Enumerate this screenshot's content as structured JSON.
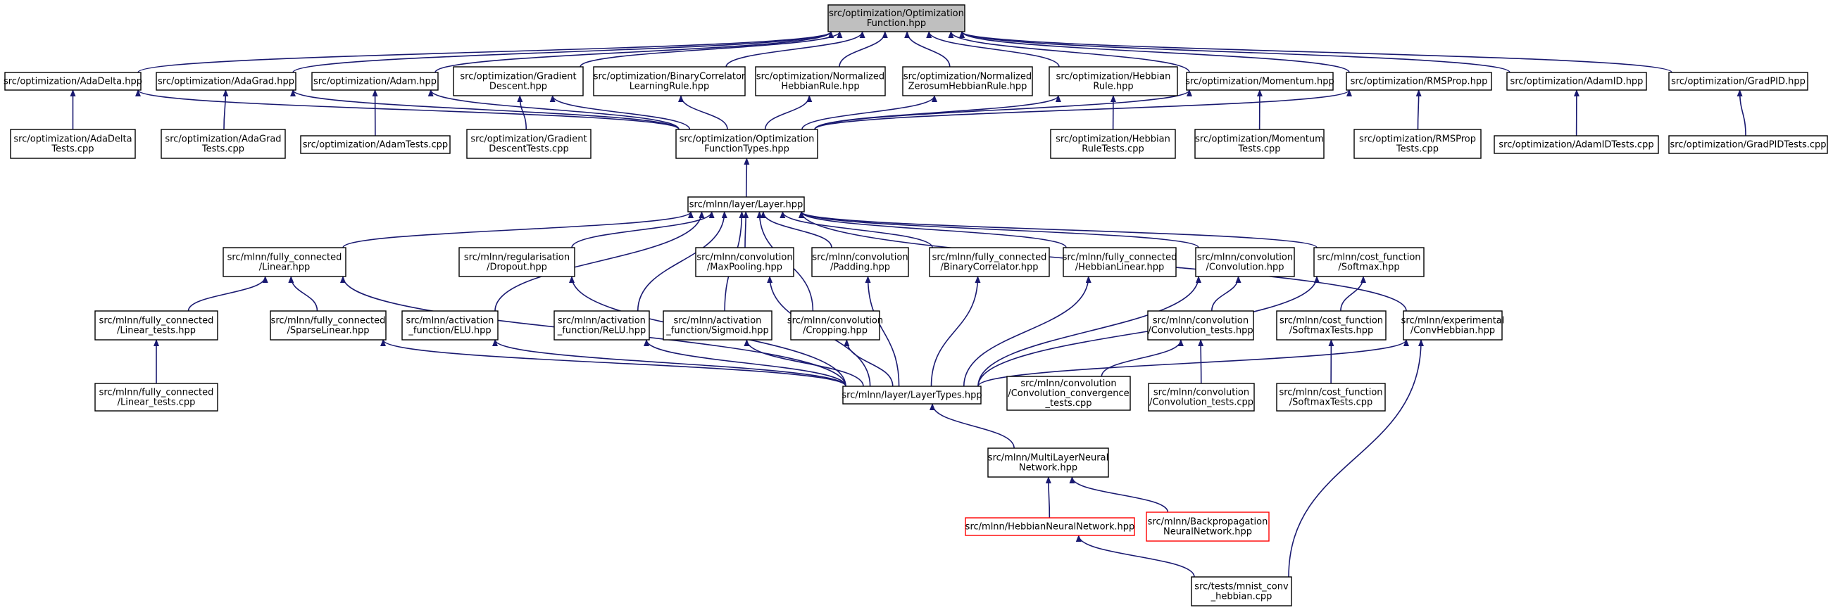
{
  "diagram": {
    "nodes": [
      {
        "id": "root",
        "lines": [
          "src/optimization/Optimization",
          "Function.hpp"
        ],
        "root": true
      },
      {
        "id": "adadelta",
        "lines": [
          "src/optimization/AdaDelta.hpp"
        ]
      },
      {
        "id": "adagrad",
        "lines": [
          "src/optimization/AdaGrad.hpp"
        ]
      },
      {
        "id": "adam",
        "lines": [
          "src/optimization/Adam.hpp"
        ]
      },
      {
        "id": "graddesc",
        "lines": [
          "src/optimization/Gradient",
          "Descent.hpp"
        ]
      },
      {
        "id": "bincorr",
        "lines": [
          "src/optimization/BinaryCorrelator",
          "LearningRule.hpp"
        ]
      },
      {
        "id": "normheb",
        "lines": [
          "src/optimization/Normalized",
          "HebbianRule.hpp"
        ]
      },
      {
        "id": "normzero",
        "lines": [
          "src/optimization/Normalized",
          "ZerosumHebbianRule.hpp"
        ]
      },
      {
        "id": "hebrule",
        "lines": [
          "src/optimization/Hebbian",
          "Rule.hpp"
        ]
      },
      {
        "id": "momentum",
        "lines": [
          "src/optimization/Momentum.hpp"
        ]
      },
      {
        "id": "rmsprop",
        "lines": [
          "src/optimization/RMSProp.hpp"
        ]
      },
      {
        "id": "adamid",
        "lines": [
          "src/optimization/AdamID.hpp"
        ]
      },
      {
        "id": "gradpid",
        "lines": [
          "src/optimization/GradPID.hpp"
        ]
      },
      {
        "id": "adadelta_t",
        "lines": [
          "src/optimization/AdaDelta",
          "Tests.cpp"
        ]
      },
      {
        "id": "adagrad_t",
        "lines": [
          "src/optimization/AdaGrad",
          "Tests.cpp"
        ]
      },
      {
        "id": "adam_t",
        "lines": [
          "src/optimization/AdamTests.cpp"
        ]
      },
      {
        "id": "graddesc_t",
        "lines": [
          "src/optimization/Gradient",
          "DescentTests.cpp"
        ]
      },
      {
        "id": "opttypes",
        "lines": [
          "src/optimization/Optimization",
          "FunctionTypes.hpp"
        ]
      },
      {
        "id": "hebrule_t",
        "lines": [
          "src/optimization/Hebbian",
          "RuleTests.cpp"
        ]
      },
      {
        "id": "momentum_t",
        "lines": [
          "src/optimization/Momentum",
          "Tests.cpp"
        ]
      },
      {
        "id": "rmsprop_t",
        "lines": [
          "src/optimization/RMSProp",
          "Tests.cpp"
        ]
      },
      {
        "id": "adamid_t",
        "lines": [
          "src/optimization/AdamIDTests.cpp"
        ]
      },
      {
        "id": "gradpid_t",
        "lines": [
          "src/optimization/GradPIDTests.cpp"
        ]
      },
      {
        "id": "layer",
        "lines": [
          "src/mlnn/layer/Layer.hpp"
        ]
      },
      {
        "id": "linear",
        "lines": [
          "src/mlnn/fully_connected",
          "/Linear.hpp"
        ]
      },
      {
        "id": "dropout",
        "lines": [
          "src/mlnn/regularisation",
          "/Dropout.hpp"
        ]
      },
      {
        "id": "maxpool",
        "lines": [
          "src/mlnn/convolution",
          "/MaxPooling.hpp"
        ]
      },
      {
        "id": "padding",
        "lines": [
          "src/mlnn/convolution",
          "/Padding.hpp"
        ]
      },
      {
        "id": "bincorrfc",
        "lines": [
          "src/mlnn/fully_connected",
          "/BinaryCorrelator.hpp"
        ]
      },
      {
        "id": "heblinear",
        "lines": [
          "src/mlnn/fully_connected",
          "/HebbianLinear.hpp"
        ]
      },
      {
        "id": "conv",
        "lines": [
          "src/mlnn/convolution",
          "/Convolution.hpp"
        ]
      },
      {
        "id": "softmax",
        "lines": [
          "src/mlnn/cost_function",
          "/Softmax.hpp"
        ]
      },
      {
        "id": "lin_tests_h",
        "lines": [
          "src/mlnn/fully_connected",
          "/Linear_tests.hpp"
        ]
      },
      {
        "id": "sparse",
        "lines": [
          "src/mlnn/fully_connected",
          "/SparseLinear.hpp"
        ]
      },
      {
        "id": "elu",
        "lines": [
          "src/mlnn/activation",
          "_function/ELU.hpp"
        ]
      },
      {
        "id": "relu",
        "lines": [
          "src/mlnn/activation",
          "_function/ReLU.hpp"
        ]
      },
      {
        "id": "sigmoid",
        "lines": [
          "src/mlnn/activation",
          "_function/Sigmoid.hpp"
        ]
      },
      {
        "id": "cropping",
        "lines": [
          "src/mlnn/convolution",
          "/Cropping.hpp"
        ]
      },
      {
        "id": "conv_tests_h",
        "lines": [
          "src/mlnn/convolution",
          "/Convolution_tests.hpp"
        ]
      },
      {
        "id": "softmax_tests_h",
        "lines": [
          "src/mlnn/cost_function",
          "/SoftmaxTests.hpp"
        ]
      },
      {
        "id": "convheb",
        "lines": [
          "src/mlnn/experimental",
          "/ConvHebbian.hpp"
        ]
      },
      {
        "id": "lin_tests_c",
        "lines": [
          "src/mlnn/fully_connected",
          "/Linear_tests.cpp"
        ]
      },
      {
        "id": "layertypes",
        "lines": [
          "src/mlnn/layer/LayerTypes.hpp"
        ]
      },
      {
        "id": "conv_conv",
        "lines": [
          "src/mlnn/convolution",
          "/Convolution_convergence",
          "_tests.cpp"
        ]
      },
      {
        "id": "conv_tests_c",
        "lines": [
          "src/mlnn/convolution",
          "/Convolution_tests.cpp"
        ]
      },
      {
        "id": "softmax_tests_c",
        "lines": [
          "src/mlnn/cost_function",
          "/SoftmaxTests.cpp"
        ]
      },
      {
        "id": "mlnn",
        "lines": [
          "src/mlnn/MultiLayerNeural",
          "Network.hpp"
        ]
      },
      {
        "id": "hebnn",
        "lines": [
          "src/mlnn/HebbianNeuralNetwork.hpp"
        ],
        "truncated": true
      },
      {
        "id": "backprop",
        "lines": [
          "src/mlnn/Backpropagation",
          "NeuralNetwork.hpp"
        ],
        "truncated": true
      },
      {
        "id": "mnist",
        "lines": [
          "src/tests/mnist_conv",
          "_hebbian.cpp"
        ]
      }
    ],
    "edges": [
      [
        "adadelta",
        "root"
      ],
      [
        "adagrad",
        "root"
      ],
      [
        "adam",
        "root"
      ],
      [
        "graddesc",
        "root"
      ],
      [
        "bincorr",
        "root"
      ],
      [
        "normheb",
        "root"
      ],
      [
        "normzero",
        "root"
      ],
      [
        "hebrule",
        "root"
      ],
      [
        "momentum",
        "root"
      ],
      [
        "rmsprop",
        "root"
      ],
      [
        "adamid",
        "root"
      ],
      [
        "gradpid",
        "root"
      ],
      [
        "adadelta_t",
        "adadelta"
      ],
      [
        "adagrad_t",
        "adagrad"
      ],
      [
        "adam_t",
        "adam"
      ],
      [
        "graddesc_t",
        "graddesc"
      ],
      [
        "hebrule_t",
        "hebrule"
      ],
      [
        "momentum_t",
        "momentum"
      ],
      [
        "rmsprop_t",
        "rmsprop"
      ],
      [
        "adamid_t",
        "adamid"
      ],
      [
        "gradpid_t",
        "gradpid"
      ],
      [
        "opttypes",
        "adadelta"
      ],
      [
        "opttypes",
        "adagrad"
      ],
      [
        "opttypes",
        "adam"
      ],
      [
        "opttypes",
        "graddesc"
      ],
      [
        "opttypes",
        "bincorr"
      ],
      [
        "opttypes",
        "normheb"
      ],
      [
        "opttypes",
        "normzero"
      ],
      [
        "opttypes",
        "hebrule"
      ],
      [
        "opttypes",
        "momentum"
      ],
      [
        "opttypes",
        "rmsprop"
      ],
      [
        "layer",
        "opttypes"
      ],
      [
        "linear",
        "layer"
      ],
      [
        "dropout",
        "layer"
      ],
      [
        "maxpool",
        "layer"
      ],
      [
        "padding",
        "layer"
      ],
      [
        "bincorrfc",
        "layer"
      ],
      [
        "heblinear",
        "layer"
      ],
      [
        "conv",
        "layer"
      ],
      [
        "softmax",
        "layer"
      ],
      [
        "elu",
        "layer"
      ],
      [
        "relu",
        "layer"
      ],
      [
        "sigmoid",
        "layer"
      ],
      [
        "cropping",
        "layer"
      ],
      [
        "convheb",
        "layer"
      ],
      [
        "lin_tests_h",
        "linear"
      ],
      [
        "sparse",
        "linear"
      ],
      [
        "lin_tests_c",
        "lin_tests_h"
      ],
      [
        "layertypes",
        "linear"
      ],
      [
        "layertypes",
        "sparse"
      ],
      [
        "layertypes",
        "elu"
      ],
      [
        "layertypes",
        "dropout"
      ],
      [
        "layertypes",
        "relu"
      ],
      [
        "layertypes",
        "sigmoid"
      ],
      [
        "layertypes",
        "cropping"
      ],
      [
        "layertypes",
        "maxpool"
      ],
      [
        "layertypes",
        "padding"
      ],
      [
        "layertypes",
        "bincorrfc"
      ],
      [
        "layertypes",
        "heblinear"
      ],
      [
        "layertypes",
        "conv"
      ],
      [
        "layertypes",
        "softmax"
      ],
      [
        "layertypes",
        "convheb"
      ],
      [
        "conv_tests_h",
        "conv"
      ],
      [
        "conv_conv",
        "conv_tests_h"
      ],
      [
        "conv_tests_c",
        "conv_tests_h"
      ],
      [
        "softmax_tests_h",
        "softmax"
      ],
      [
        "softmax_tests_c",
        "softmax_tests_h"
      ],
      [
        "mlnn",
        "layertypes"
      ],
      [
        "hebnn",
        "mlnn"
      ],
      [
        "backprop",
        "mlnn"
      ],
      [
        "mnist",
        "hebnn"
      ],
      [
        "mnist",
        "convheb"
      ]
    ],
    "colors": {
      "edge": "#191970",
      "border": "#000000",
      "truncated_border": "#ff0000",
      "root_fill": "#bfbfbf",
      "fill": "#ffffff"
    }
  }
}
